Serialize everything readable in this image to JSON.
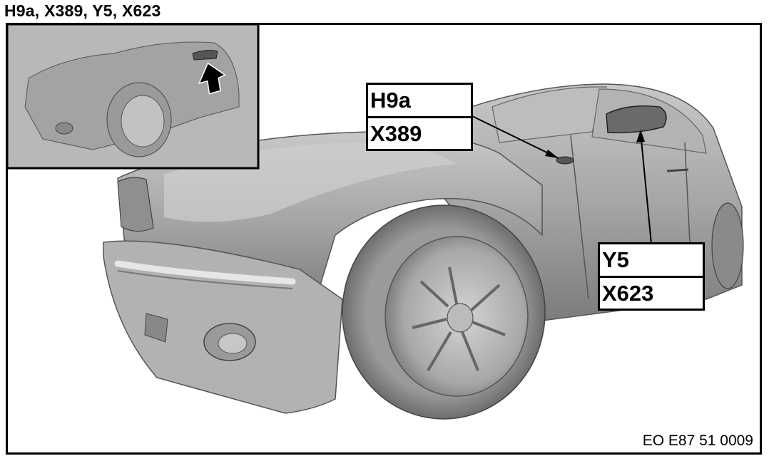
{
  "title": "H9a, X389, Y5, X623",
  "callouts": {
    "left": {
      "line1": "H9a",
      "line2": "X389"
    },
    "right": {
      "line1": "Y5",
      "line2": "X623"
    }
  },
  "code": "EO E87 51 0009"
}
